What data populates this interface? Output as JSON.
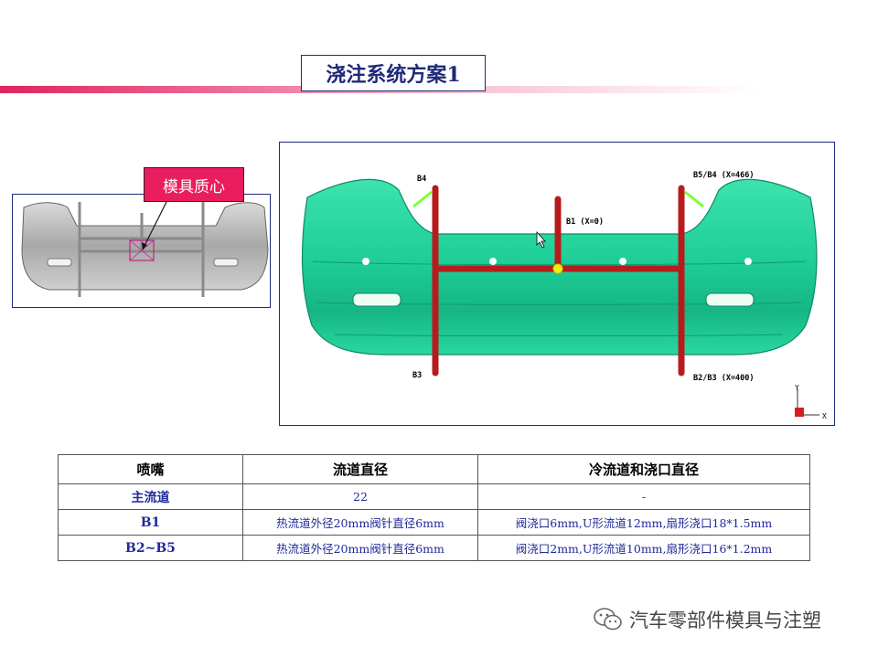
{
  "slide": {
    "title": "浇注系统方案1",
    "callout_label": "模具质心"
  },
  "diagram": {
    "labels": {
      "b4": "B4",
      "b5_b4": "B5/B4 (X=466)",
      "b1": "B1 (X=0)",
      "b3": "B3",
      "b2_b3": "B2/B3 (X=400)",
      "axis_x": "X",
      "axis_y": "Y"
    }
  },
  "table": {
    "headers": [
      "喷嘴",
      "流道直径",
      "冷流道和浇口直径"
    ],
    "rows": [
      [
        "主流道",
        "22",
        "-"
      ],
      [
        "B1",
        "热流道外径20mm阀针直径6mm",
        "阀浇口6mm,U形流道12mm,扇形浇口18*1.5mm"
      ],
      [
        "B2~B5",
        "热流道外径20mm阀针直径6mm",
        "阀浇口2mm,U形流道10mm,扇形浇口16*1.2mm"
      ]
    ]
  },
  "watermark": {
    "text": "汽车零部件模具与注塑",
    "icon": "wechat-icon"
  },
  "colors": {
    "title_navy": "#1f2a78",
    "accent_pink": "#ea1d5f",
    "part_green": "#1fd49a",
    "runner_red": "#b71c1c",
    "table_text_blue": "#1f2a9b"
  }
}
